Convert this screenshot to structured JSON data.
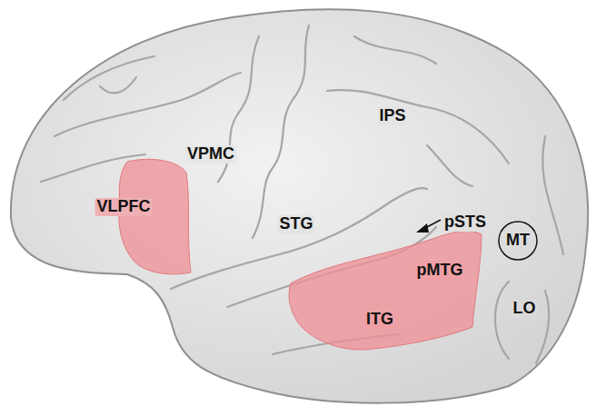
{
  "diagram": {
    "nodes": [
      {
        "text": [
          "MT"
        ]
      }
    ],
    "labels": [
      "IPS",
      "VPMC",
      "VLPFC",
      "STG",
      "pSTS",
      "pMTG",
      "LO",
      "ITG"
    ]
  }
}
